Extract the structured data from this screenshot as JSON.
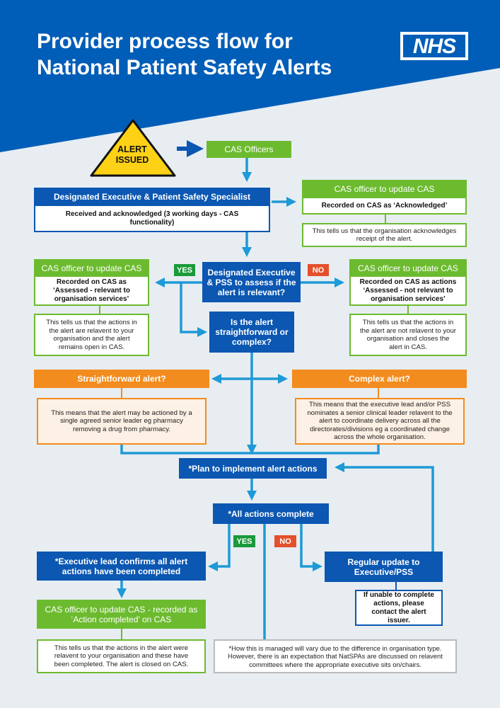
{
  "header": {
    "title": "Provider process flow for National Patient Safety Alerts",
    "logo_text": "NHS"
  },
  "alert_badge": "ALERT ISSUED",
  "nodes": {
    "cas_officers": "CAS Officers",
    "designated_exec": {
      "header": "Designated Executive & Patient Safety Specialist",
      "body": "Received and acknowledged (3 working days - CAS functionality)"
    },
    "cas_ack": {
      "header": "CAS officer to update CAS",
      "body": "Recorded on CAS as ‘Acknowledged’",
      "note": "This tells us that the organisation acknowledges receipt of the alert."
    },
    "assess": "Designated Executive & PSS to assess if the alert is relevant?",
    "cas_relevant": {
      "header": "CAS officer to update CAS",
      "body": "Recorded on CAS as ‘Assessed - relevant to organisation services’",
      "note": "This tells us that the actions in the alert are relavent to your organisation and the alert remains open in CAS."
    },
    "cas_not_relevant": {
      "header": "CAS officer to update CAS",
      "body": "Recorded on CAS as actions ‘Assessed - not relevant to organisation services’",
      "note": "This tells us that the actions in the alert are not relavent to your organisation and closes the alert in CAS."
    },
    "straight_or_complex": "Is the alert straightforward or complex?",
    "straightforward": {
      "header": "Straightforward alert?",
      "note": "This means that the alert may be actioned by a single agreed senior leader eg pharmacy removing a drug from pharmacy."
    },
    "complex": {
      "header": "Complex alert?",
      "note": "This means that the executive lead and/or PSS nominates a senior clinical leader relavent to the alert to coordinate delivery across all the directorates/divisions eg a coordinated change across the whole organisation."
    },
    "plan": "*Plan to implement alert actions",
    "all_complete": "*All actions complete",
    "exec_confirms": "*Executive lead confirms all alert actions have been completed",
    "regular_update": "Regular update to Executive/PSS",
    "unable": "If unable to complete actions, please contact the alert issuer.",
    "cas_completed": {
      "header": "CAS officer to update CAS - recorded as ‘Action completed’ on CAS",
      "note": "This tells us that the actions in the alert were relavent to your organisation and these have been completed. The alert is closed on CAS."
    },
    "footnote": "*How this is managed will vary due to the difference in organisation type. However, there is an expectation that NatSPAs are discussed on relavent committees where the appropriate executive sits on/chairs."
  },
  "tags": {
    "yes": "YES",
    "no": "NO"
  },
  "colors": {
    "nhs_blue": "#005eb8",
    "box_blue": "#0b57b2",
    "arrow_blue": "#1e9ad6",
    "green": "#6cbb2f",
    "orange": "#f28c1e",
    "tag_green": "#1a9a3a",
    "tag_red": "#e4502b",
    "alert_yellow": "#fcd116"
  }
}
